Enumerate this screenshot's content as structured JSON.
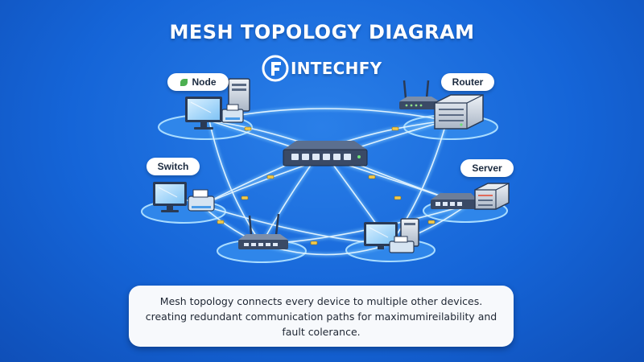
{
  "title": "MESH TOPOLOGY DIAGRAM",
  "brand": {
    "name": "INTECHFY",
    "logo_icon": "f-letter-logo-icon"
  },
  "labels": {
    "node": "Node",
    "router": "Router",
    "switch": "Switch",
    "server": "Server"
  },
  "description": {
    "line1": "Mesh topology connects every device to multiple other devices.",
    "line2": "creating redundant communication paths for maximumireilability and",
    "line3": "fault colerance."
  },
  "colors": {
    "background": "#1565d8",
    "link": "#bfe6ff",
    "connector": "#f2c94c",
    "card": "#f7f9fc",
    "node_leaf": "#4caf50"
  }
}
